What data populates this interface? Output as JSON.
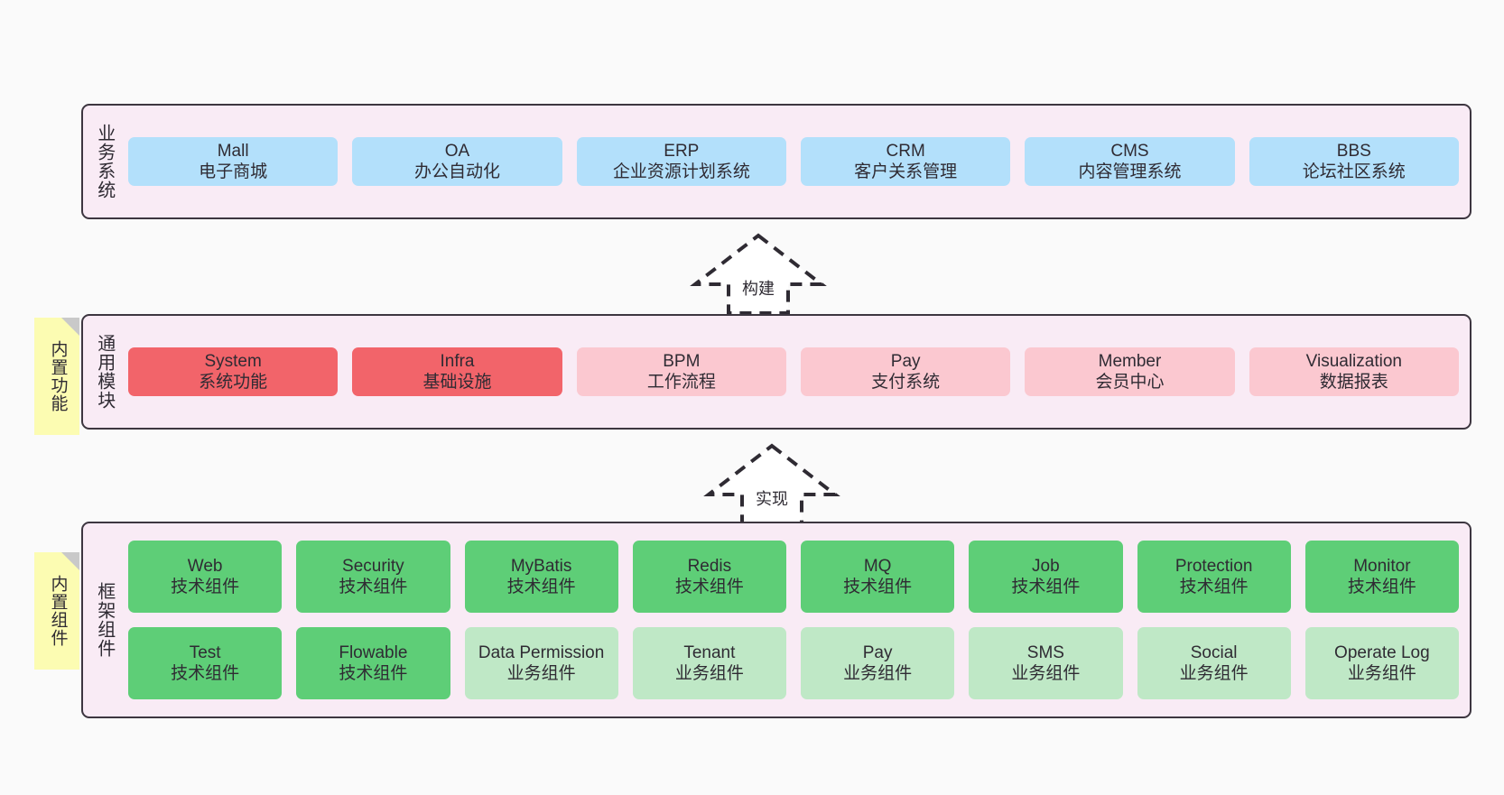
{
  "diagram": {
    "background_color": "#fafafa",
    "band_color": "#f9ebf5",
    "border_color": "#3d3640"
  },
  "layers": [
    {
      "label": "业务系统",
      "rows": [
        [
          {
            "title": "Mall",
            "subtitle": "电子商城",
            "color": "#b3e0fb"
          },
          {
            "title": "OA",
            "subtitle": "办公自动化",
            "color": "#b3e0fb"
          },
          {
            "title": "ERP",
            "subtitle": "企业资源计划系统",
            "color": "#b3e0fb"
          },
          {
            "title": "CRM",
            "subtitle": "客户关系管理",
            "color": "#b3e0fb"
          },
          {
            "title": "CMS",
            "subtitle": "内容管理系统",
            "color": "#b3e0fb"
          },
          {
            "title": "BBS",
            "subtitle": "论坛社区系统",
            "color": "#b3e0fb"
          }
        ]
      ]
    },
    {
      "label": "通用模块",
      "sticky": "内置功能",
      "rows": [
        [
          {
            "title": "System",
            "subtitle": "系统功能",
            "color": "#f2646a"
          },
          {
            "title": "Infra",
            "subtitle": "基础设施",
            "color": "#f2646a"
          },
          {
            "title": "BPM",
            "subtitle": "工作流程",
            "color": "#fbc8d0"
          },
          {
            "title": "Pay",
            "subtitle": "支付系统",
            "color": "#fbc8d0"
          },
          {
            "title": "Member",
            "subtitle": "会员中心",
            "color": "#fbc8d0"
          },
          {
            "title": "Visualization",
            "subtitle": "数据报表",
            "color": "#fbc8d0"
          }
        ]
      ]
    },
    {
      "label": "框架组件",
      "sticky": "内置组件",
      "rows": [
        [
          {
            "title": "Web",
            "subtitle": "技术组件",
            "color": "#5ece77"
          },
          {
            "title": "Security",
            "subtitle": "技术组件",
            "color": "#5ece77"
          },
          {
            "title": "MyBatis",
            "subtitle": "技术组件",
            "color": "#5ece77"
          },
          {
            "title": "Redis",
            "subtitle": "技术组件",
            "color": "#5ece77"
          },
          {
            "title": "MQ",
            "subtitle": "技术组件",
            "color": "#5ece77"
          },
          {
            "title": "Job",
            "subtitle": "技术组件",
            "color": "#5ece77"
          },
          {
            "title": "Protection",
            "subtitle": "技术组件",
            "color": "#5ece77"
          },
          {
            "title": "Monitor",
            "subtitle": "技术组件",
            "color": "#5ece77"
          }
        ],
        [
          {
            "title": "Test",
            "subtitle": "技术组件",
            "color": "#5ece77"
          },
          {
            "title": "Flowable",
            "subtitle": "技术组件",
            "color": "#5ece77"
          },
          {
            "title": "Data Permission",
            "subtitle": "业务组件",
            "color": "#bfe8c6"
          },
          {
            "title": "Tenant",
            "subtitle": "业务组件",
            "color": "#bfe8c6"
          },
          {
            "title": "Pay",
            "subtitle": "业务组件",
            "color": "#bfe8c6"
          },
          {
            "title": "SMS",
            "subtitle": "业务组件",
            "color": "#bfe8c6"
          },
          {
            "title": "Social",
            "subtitle": "业务组件",
            "color": "#bfe8c6"
          },
          {
            "title": "Operate Log",
            "subtitle": "业务组件",
            "color": "#bfe8c6"
          }
        ]
      ]
    }
  ],
  "connectors": [
    {
      "label": "构建",
      "direction": "up"
    },
    {
      "label": "实现",
      "direction": "up"
    }
  ]
}
